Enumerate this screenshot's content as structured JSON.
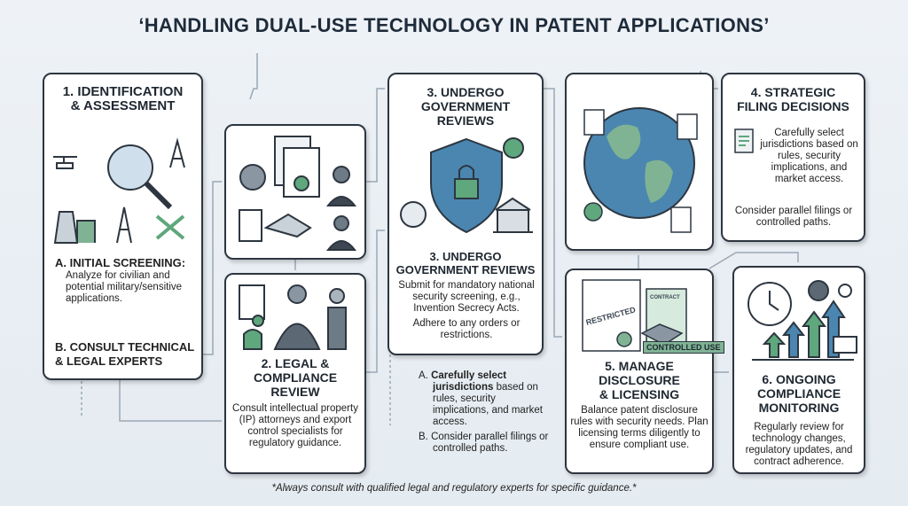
{
  "title": "‘HANDLING DUAL-USE TECHNOLOGY IN PATENT APPLICATIONS’",
  "step1": {
    "title": "1. IDENTIFICATION & ASSESSMENT",
    "a_title": "A. INITIAL SCREENING:",
    "a_text": "Analyze for civilian and potential military/sensitive applications.",
    "b_title": "B. CONSULT TECHNICAL & LEGAL EXPERTS"
  },
  "step2": {
    "title": "2. LEGAL & COMPLIANCE REVIEW",
    "text": "Consult intellectual property (IP) attorneys and export control specialists for regulatory guidance."
  },
  "step3": {
    "title": "3. UNDERGO GOVERNMENT REVIEWS",
    "subtitle": "3. UNDERGO GOVERNMENT REVIEWS",
    "text1": "Submit for mandatory national security screening, e.g., Invention Secrecy Acts.",
    "text2": "Adhere to any orders or restrictions."
  },
  "side_notes": {
    "a_label": "A.",
    "a_bold": "Carefully select jurisdictions",
    "a_rest": " based on rules, security implications, and market access.",
    "b_label": "B.",
    "b_text": "Consider parallel filings or controlled paths."
  },
  "step4": {
    "title": "4. STRATEGIC FILING DECISIONS",
    "text1": "Carefully select jurisdictions based on rules, security implications, and market access.",
    "text2": "Consider parallel filings or controlled paths."
  },
  "step5": {
    "title": "5. MANAGE DISCLOSURE & LICENSING",
    "text": "Balance patent disclosure rules with security needs. Plan licensing terms diligently to ensure compliant use.",
    "stamp": "RESTRICTED",
    "contract": "CONTRACT",
    "controlled": "CONTROLLED USE"
  },
  "step6": {
    "title": "6. ONGOING COMPLIANCE MONITORING",
    "text": "Regularly review for technology changes, regulatory updates, and contract adherence."
  },
  "footer": "*Always consult with qualified legal and regulatory experts for specific guidance.*",
  "colors": {
    "green": "#5fa77c",
    "blue": "#4a86b0",
    "dark": "#2d3640"
  }
}
